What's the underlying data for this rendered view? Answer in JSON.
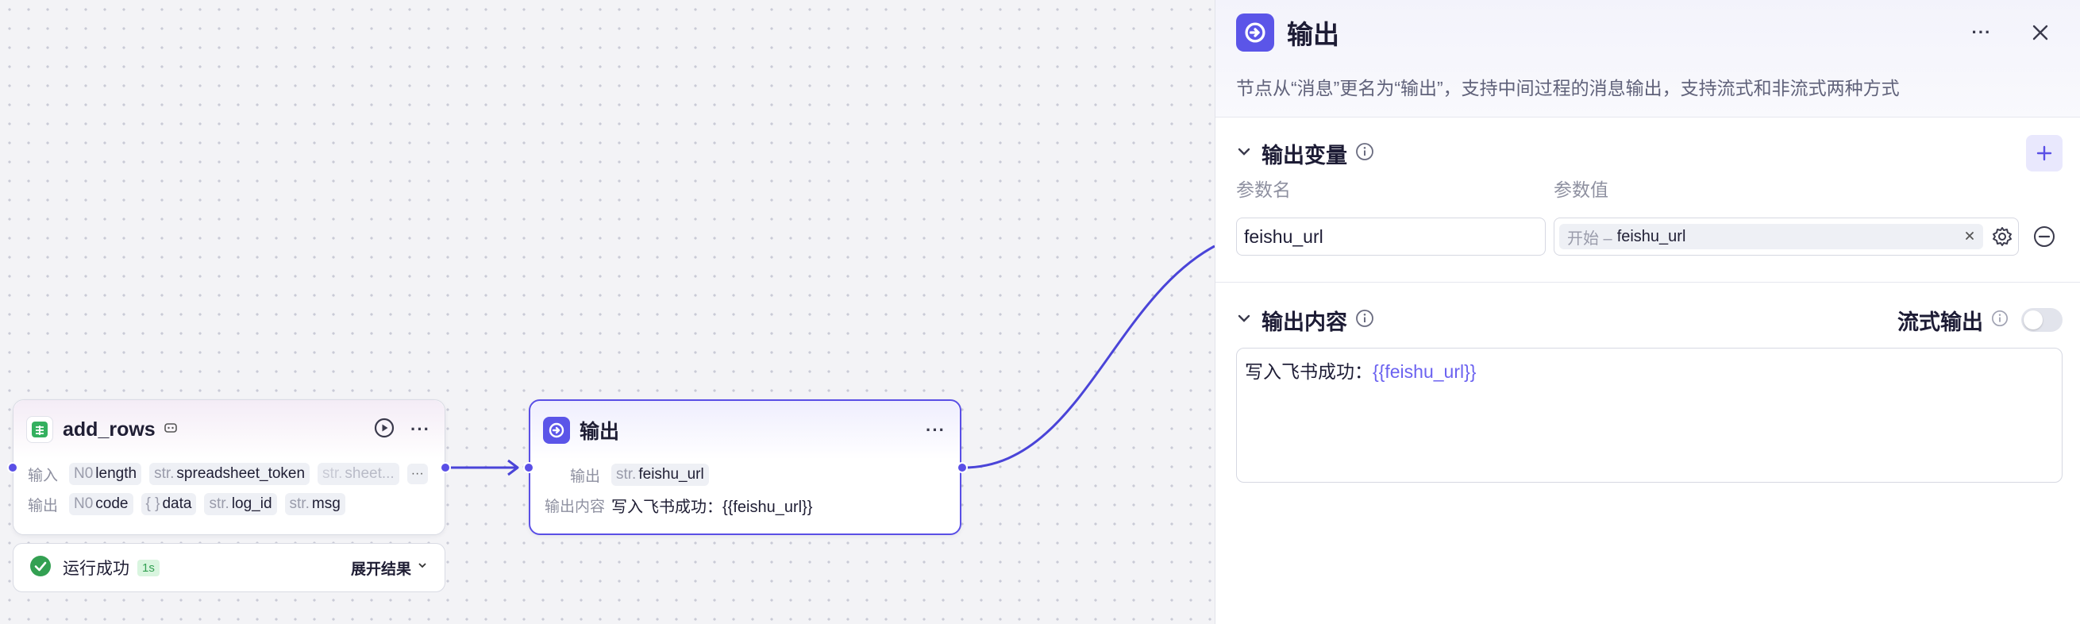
{
  "colors": {
    "accent": "#5a4fe6",
    "success": "#33a052",
    "tag_bg": "#eef0f5"
  },
  "nodes": {
    "add_rows": {
      "title": "add_rows",
      "input_label": "输入",
      "output_label": "输出",
      "inputs": [
        {
          "type": "N0",
          "name": "length"
        },
        {
          "type": "str.",
          "name": "spreadsheet_token"
        },
        {
          "type": "str.",
          "name": "sheet..."
        }
      ],
      "outputs": [
        {
          "type": "N0",
          "name": "code"
        },
        {
          "type": "{ }",
          "name": "data"
        },
        {
          "type": "str.",
          "name": "log_id"
        },
        {
          "type": "str.",
          "name": "msg"
        }
      ],
      "more": "···",
      "menu": "···"
    },
    "output": {
      "title": "输出",
      "output_label": "输出",
      "output_type": "str.",
      "output_name": "feishu_url",
      "content_label": "输出内容",
      "content_value": "写入飞书成功：{{feishu_url}}",
      "menu": "···"
    }
  },
  "run_status": {
    "text": "运行成功",
    "time": "1s",
    "expand": "展开结果"
  },
  "panel": {
    "title": "输出",
    "description": "节点从“消息”更名为“输出”，支持中间过程的消息输出，支持流式和非流式两种方式",
    "menu": "···",
    "variables": {
      "title": "输出变量",
      "col_name": "参数名",
      "col_value": "参数值",
      "param_name": "feishu_url",
      "ref_source": "开始 –",
      "ref_var": "feishu_url"
    },
    "content": {
      "title": "输出内容",
      "stream_label": "流式输出",
      "text_prefix": "写入飞书成功：",
      "text_var": "{{feishu_url}}"
    }
  }
}
